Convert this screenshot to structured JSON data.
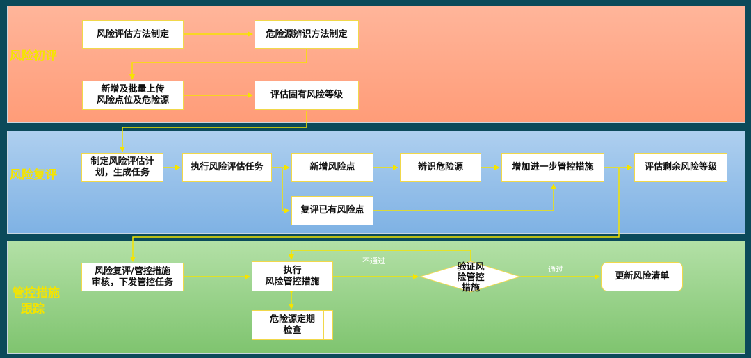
{
  "bands": {
    "initial": "风险初评",
    "review": "风险复评",
    "tracking_line1": "管控措施",
    "tracking_line2": "跟踪"
  },
  "nodes": {
    "method": "风险评估方法制定",
    "hazard_method": "危险源辨识方法制定",
    "upload": "新增及批量上传\n风险点位及危险源",
    "inherent": "评估固有风险等级",
    "plan": "制定风险评估计\n划，生成任务",
    "execute_task": "执行风险评估任务",
    "add_point": "新增风险点",
    "identify": "辨识危险源",
    "add_control": "增加进一步管控措施",
    "residual": "评估剩余风险等级",
    "review_existing": "复评已有风险点",
    "audit": "风险复评/管控措施\n审核，下发管控任务",
    "execute_control": "执行\n风险管控措施",
    "inspect": "危险源定期\n检查",
    "verify": "验证风\n险管控\n措施",
    "update": "更新风险清单"
  },
  "edge_labels": {
    "fail": "不通过",
    "pass": "通过"
  },
  "colors": {
    "arrow": "#f5e400",
    "label": "#f5e400"
  }
}
